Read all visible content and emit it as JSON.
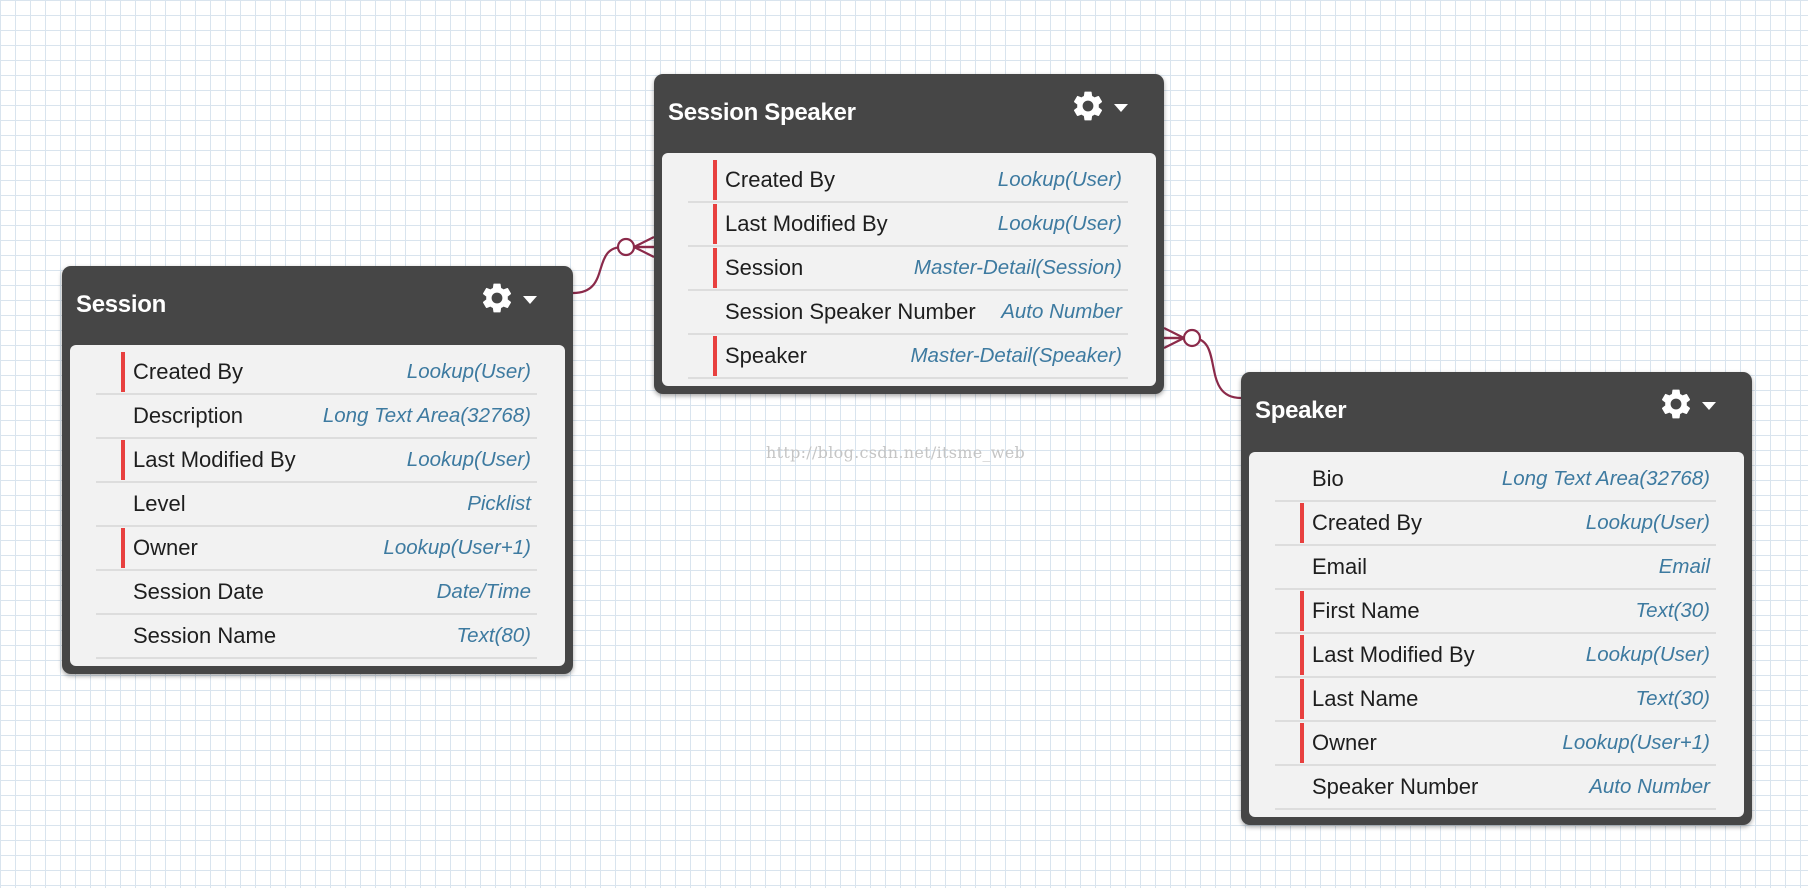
{
  "watermark": "http://blog.csdn.net/itsme_web",
  "objects": {
    "session": {
      "title": "Session",
      "fields": [
        {
          "label": "Created By",
          "type": "Lookup(User)",
          "required": true
        },
        {
          "label": "Description",
          "type": "Long Text Area(32768)",
          "required": false
        },
        {
          "label": "Last Modified By",
          "type": "Lookup(User)",
          "required": true
        },
        {
          "label": "Level",
          "type": "Picklist",
          "required": false
        },
        {
          "label": "Owner",
          "type": "Lookup(User+1)",
          "required": true
        },
        {
          "label": "Session Date",
          "type": "Date/Time",
          "required": false
        },
        {
          "label": "Session Name",
          "type": "Text(80)",
          "required": false
        }
      ]
    },
    "session_speaker": {
      "title": "Session Speaker",
      "fields": [
        {
          "label": "Created By",
          "type": "Lookup(User)",
          "required": true
        },
        {
          "label": "Last Modified By",
          "type": "Lookup(User)",
          "required": true
        },
        {
          "label": "Session",
          "type": "Master-Detail(Session)",
          "required": true
        },
        {
          "label": "Session Speaker Number",
          "type": "Auto Number",
          "required": false
        },
        {
          "label": "Speaker",
          "type": "Master-Detail(Speaker)",
          "required": true
        }
      ]
    },
    "speaker": {
      "title": "Speaker",
      "fields": [
        {
          "label": "Bio",
          "type": "Long Text Area(32768)",
          "required": false
        },
        {
          "label": "Created By",
          "type": "Lookup(User)",
          "required": true
        },
        {
          "label": "Email",
          "type": "Email",
          "required": false
        },
        {
          "label": "First Name",
          "type": "Text(30)",
          "required": true
        },
        {
          "label": "Last Modified By",
          "type": "Lookup(User)",
          "required": true
        },
        {
          "label": "Last Name",
          "type": "Text(30)",
          "required": true
        },
        {
          "label": "Owner",
          "type": "Lookup(User+1)",
          "required": true
        },
        {
          "label": "Speaker Number",
          "type": "Auto Number",
          "required": false
        }
      ]
    }
  },
  "colors": {
    "header": "#464646",
    "body": "#f2f2f2",
    "field_type": "#3d7aa0",
    "required_marker": "#e8403f",
    "connector": "#8b2a4a"
  },
  "icons": {
    "menu": "gear-icon",
    "dropdown": "caret-down-icon"
  }
}
